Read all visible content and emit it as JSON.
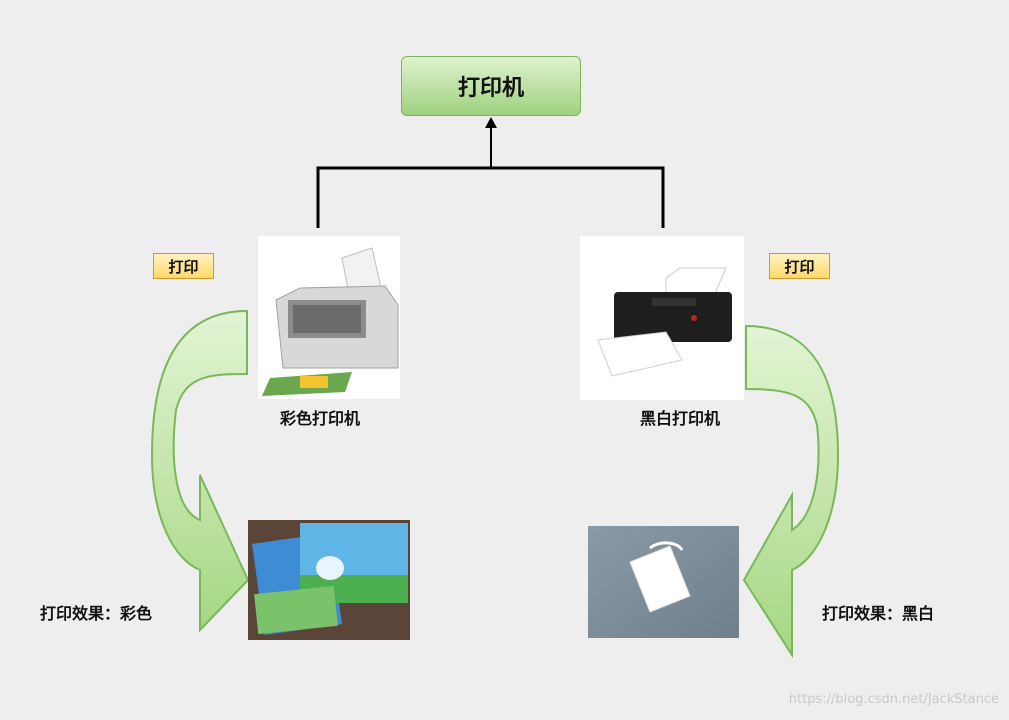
{
  "root": {
    "label": "打印机"
  },
  "left": {
    "tag": "打印",
    "printer_label": "彩色打印机",
    "effect_label": "打印效果：彩色"
  },
  "right": {
    "tag": "打印",
    "printer_label": "黑白打印机",
    "effect_label": "打印效果：黑白"
  },
  "watermark": "https://blog.csdn.net/JackStance",
  "colors": {
    "root_fill": "#a8d88a",
    "arrow_fill": "#a8d88a",
    "arrow_stroke": "#6fb04a",
    "tag_fill": "#ffe08a",
    "connector": "#000000"
  }
}
